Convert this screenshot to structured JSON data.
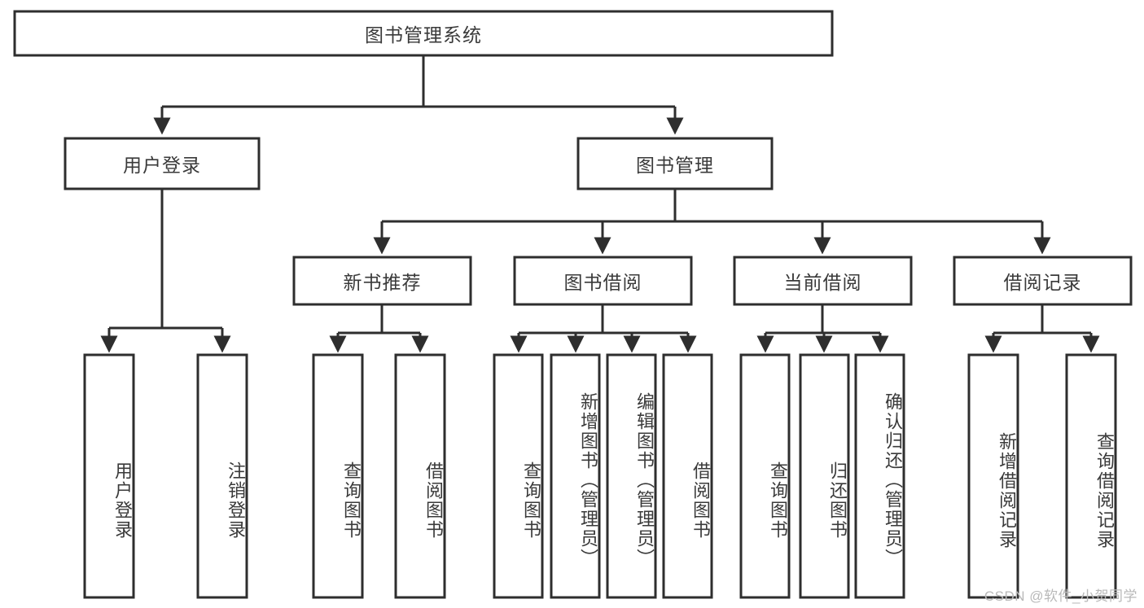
{
  "diagram": {
    "title": "图书管理系统",
    "type": "tree-hierarchy-diagram",
    "colors": {
      "box_stroke": "#2e2e2e",
      "box_fill": "#ffffff",
      "text": "#3a3a3a",
      "background": "#ffffff",
      "watermark": "#b9b9b9"
    },
    "root": {
      "label": "图书管理系统",
      "orientation": "horizontal"
    },
    "level2": [
      {
        "label": "用户登录",
        "orientation": "horizontal"
      },
      {
        "label": "图书管理",
        "orientation": "horizontal"
      }
    ],
    "level3": [
      {
        "label": "新书推荐",
        "orientation": "horizontal"
      },
      {
        "label": "图书借阅",
        "orientation": "horizontal"
      },
      {
        "label": "当前借阅",
        "orientation": "horizontal"
      },
      {
        "label": "借阅记录",
        "orientation": "horizontal"
      }
    ],
    "leaves": {
      "user_login": [
        {
          "label": "用户登录",
          "orientation": "vertical"
        },
        {
          "label": "注销登录",
          "orientation": "vertical"
        }
      ],
      "new_book_recommend": [
        {
          "label": "查询图书",
          "orientation": "vertical"
        },
        {
          "label": "借阅图书",
          "orientation": "vertical"
        }
      ],
      "book_borrow": [
        {
          "label": "查询图书",
          "orientation": "vertical"
        },
        {
          "label": "新增图书（管理员）",
          "orientation": "vertical"
        },
        {
          "label": "编辑图书（管理员）",
          "orientation": "vertical"
        },
        {
          "label": "借阅图书",
          "orientation": "vertical"
        }
      ],
      "current_borrow": [
        {
          "label": "查询图书",
          "orientation": "vertical"
        },
        {
          "label": "归还图书",
          "orientation": "vertical"
        },
        {
          "label": "确认归还（管理员）",
          "orientation": "vertical"
        }
      ],
      "borrow_record": [
        {
          "label": "新增借阅记录",
          "orientation": "vertical"
        },
        {
          "label": "查询借阅记录",
          "orientation": "vertical"
        }
      ]
    }
  },
  "watermark": {
    "text": "CSDN @软件_小贺同学"
  }
}
